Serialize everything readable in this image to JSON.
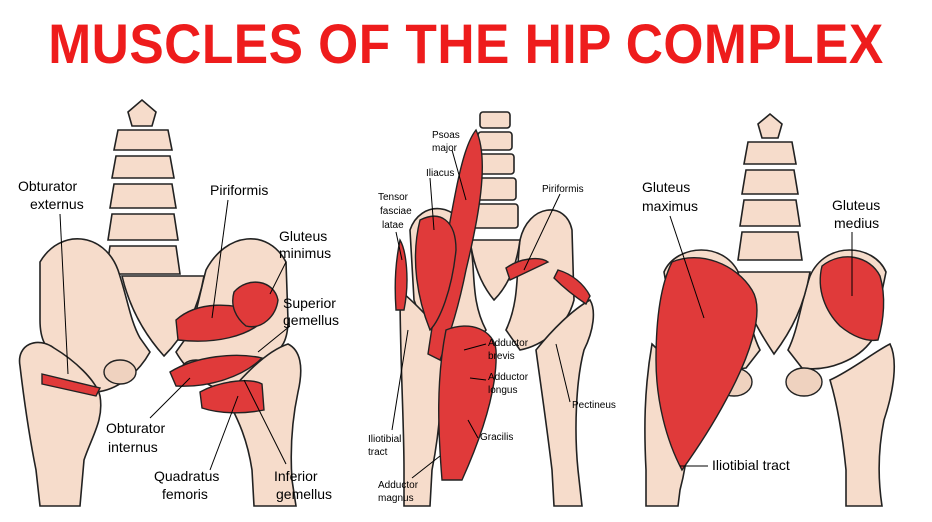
{
  "title": "MUSCLES OF THE HIP COMPLEX",
  "colors": {
    "title": "#ee1c1c",
    "muscle": "#e03a3a",
    "bone": "#f6dccb",
    "outline": "#222222"
  },
  "panels": {
    "posterior_deep": {
      "labels": {
        "obturator_externus": [
          "Obturator",
          "externus"
        ],
        "piriformis": "Piriformis",
        "gluteus_minimus": [
          "Gluteus",
          "minimus"
        ],
        "superior_gemellus": [
          "Superior",
          "gemellus"
        ],
        "obturator_internus": [
          "Obturator",
          "internus"
        ],
        "quadratus_femoris": [
          "Quadratus",
          "femoris"
        ],
        "inferior_gemellus": [
          "Inferior",
          "gemellus"
        ]
      }
    },
    "anterior": {
      "labels": {
        "psoas_major": [
          "Psoas",
          "major"
        ],
        "iliacus": "Iliacus",
        "tensor_fasciae_latae": [
          "Tensor",
          "fasciae",
          "latae"
        ],
        "piriformis": "Piriformis",
        "adductor_brevis": [
          "Adductor",
          "brevis"
        ],
        "adductor_longus": [
          "Adductor",
          "longus"
        ],
        "pectineus": "Pectineus",
        "iliotibial_tract": [
          "Iliotibial",
          "tract"
        ],
        "gracilis": "Gracilis",
        "adductor_magnus": [
          "Adductor",
          "magnus"
        ]
      }
    },
    "posterior_superficial": {
      "labels": {
        "gluteus_maximus": [
          "Gluteus",
          "maximus"
        ],
        "gluteus_medius": [
          "Gluteus",
          "medius"
        ],
        "iliotibial_tract": "Iliotibial tract"
      }
    }
  }
}
